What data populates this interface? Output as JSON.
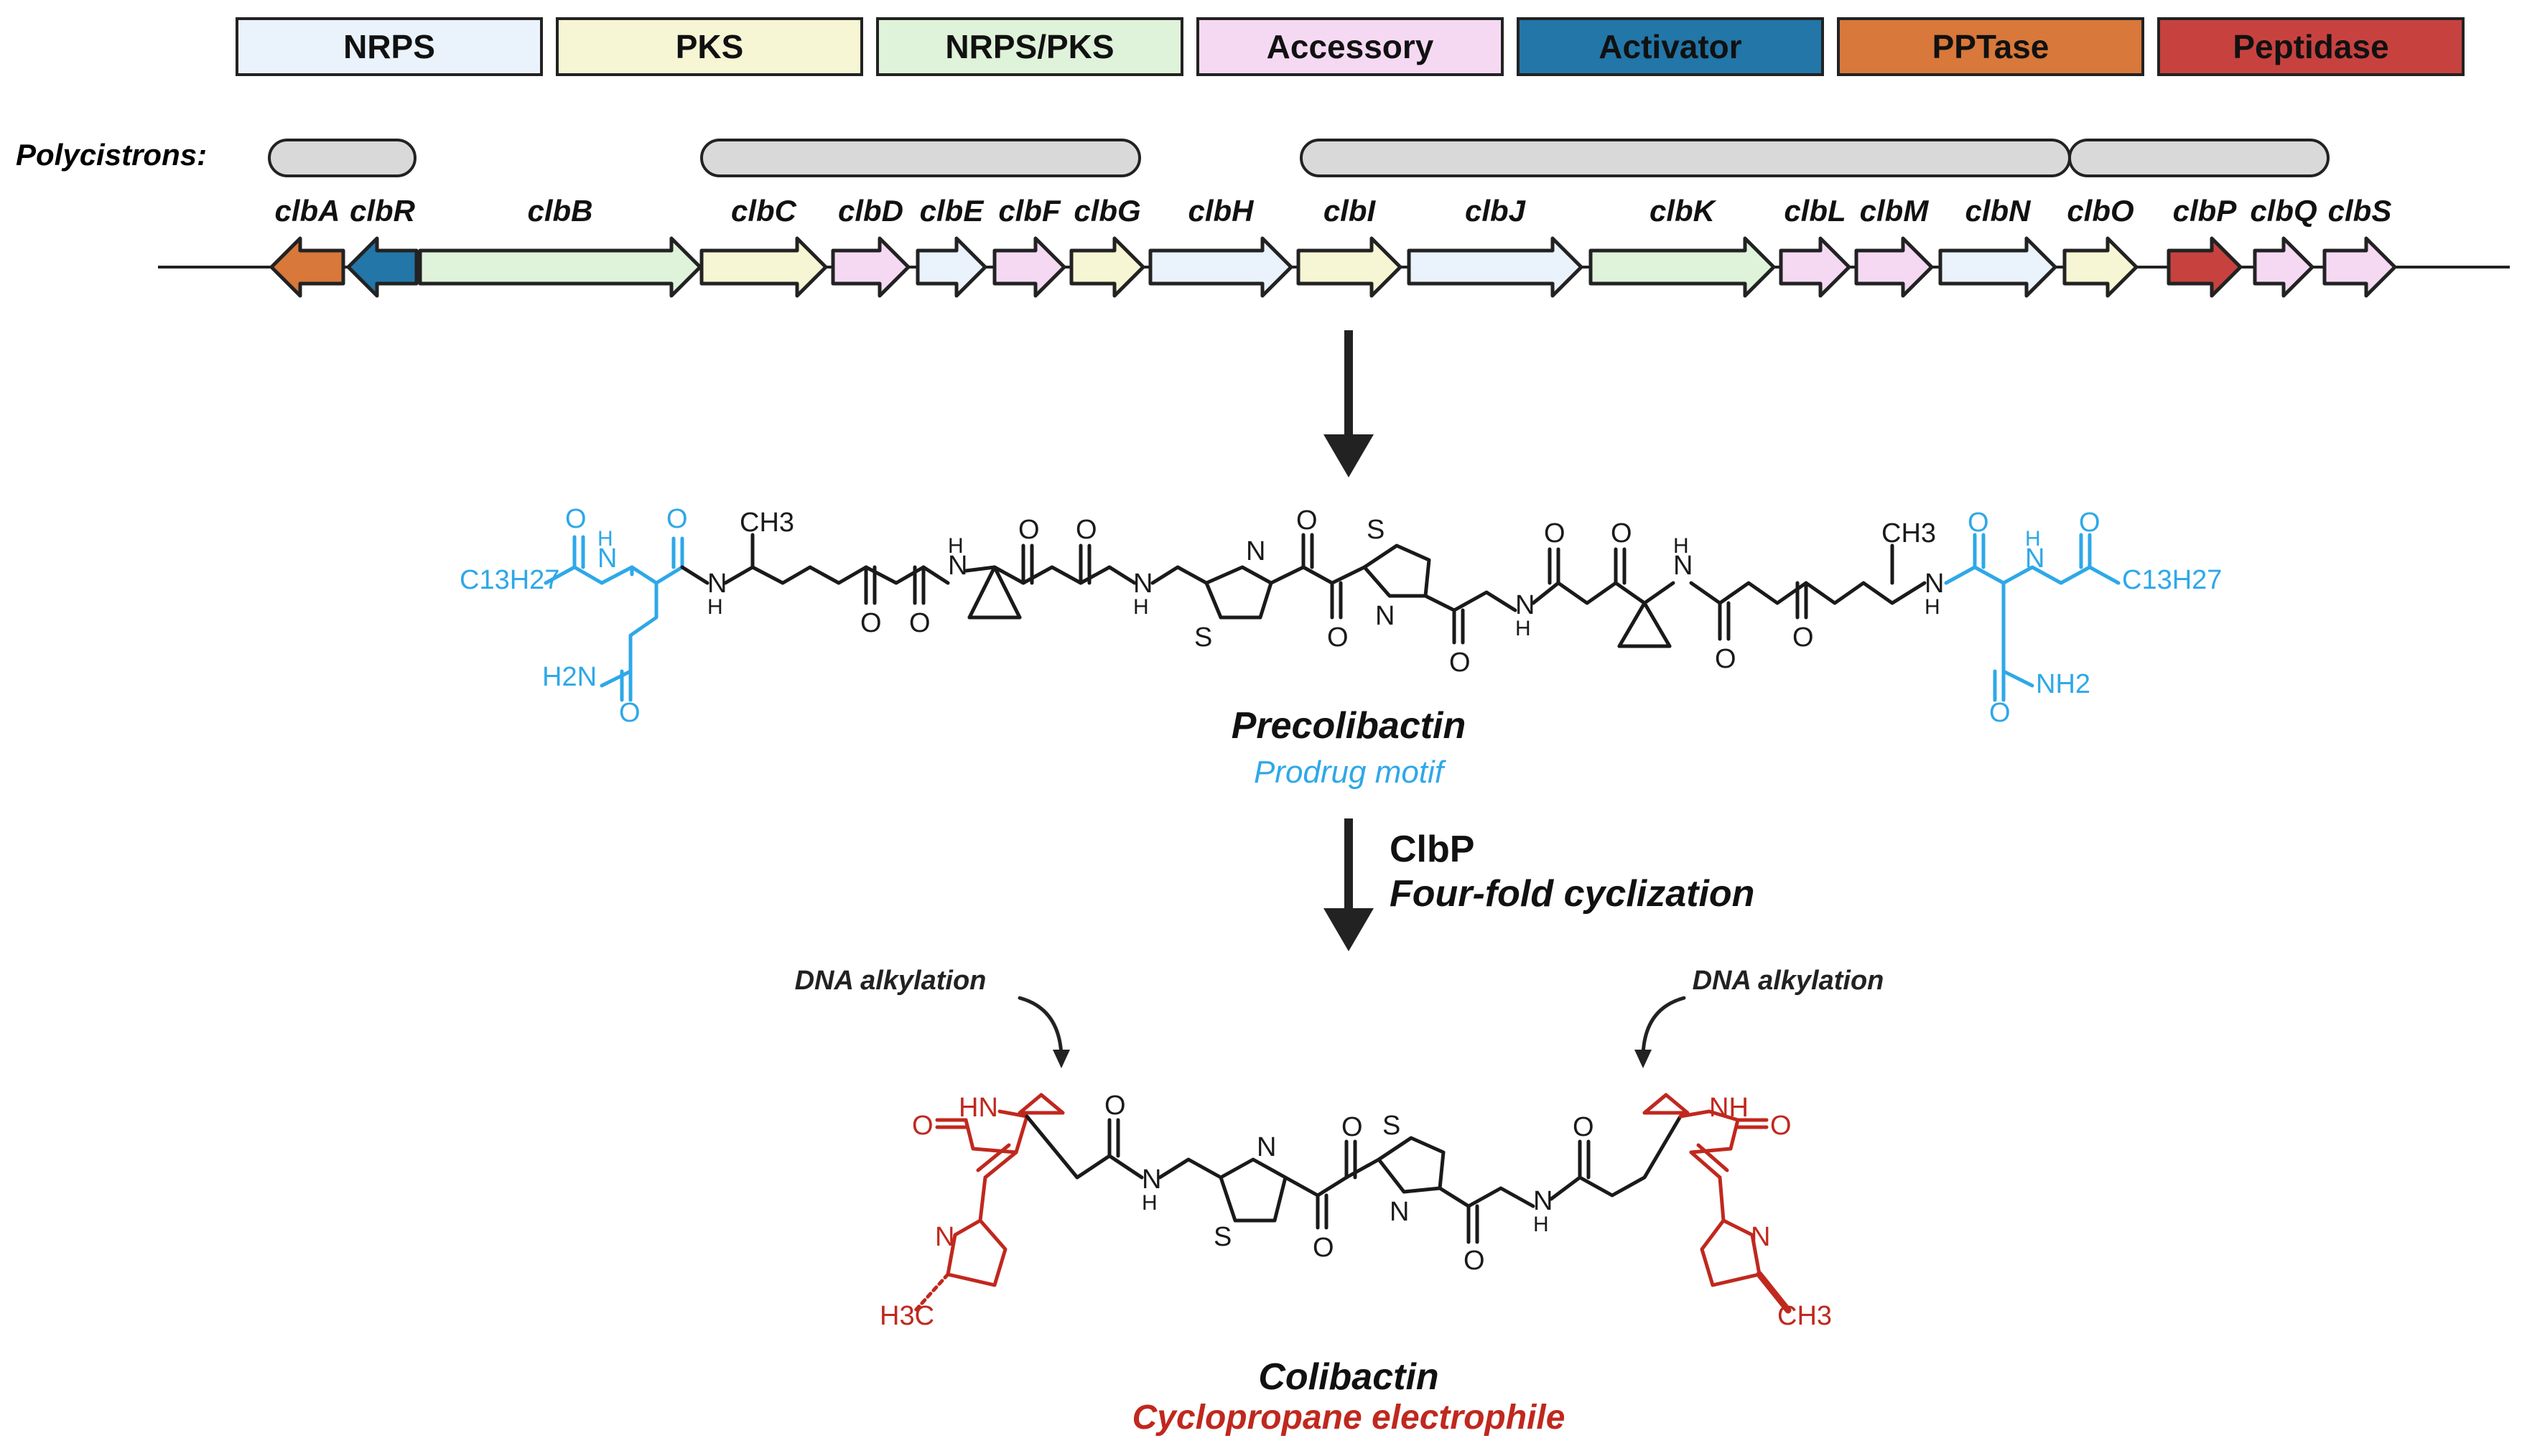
{
  "legend": [
    {
      "label": "NRPS",
      "color": "#eaf2fb"
    },
    {
      "label": "PKS",
      "color": "#f6f5d4"
    },
    {
      "label": "NRPS/PKS",
      "color": "#dff2da"
    },
    {
      "label": "Accessory",
      "color": "#f5d9f3"
    },
    {
      "label": "Activator",
      "color": "#2276a8"
    },
    {
      "label": "PPTase",
      "color": "#d8783a"
    },
    {
      "label": "Peptidase",
      "color": "#c7423f"
    }
  ],
  "polycistrons_label": "Polycistrons:",
  "genes": [
    {
      "name": "clbA",
      "type": "PPTase",
      "dir": "left"
    },
    {
      "name": "clbR",
      "type": "Activator",
      "dir": "left"
    },
    {
      "name": "clbB",
      "type": "NRPS/PKS",
      "dir": "right"
    },
    {
      "name": "clbC",
      "type": "PKS",
      "dir": "right"
    },
    {
      "name": "clbD",
      "type": "Accessory",
      "dir": "right"
    },
    {
      "name": "clbE",
      "type": "NRPS",
      "dir": "right"
    },
    {
      "name": "clbF",
      "type": "Accessory",
      "dir": "right"
    },
    {
      "name": "clbG",
      "type": "PKS",
      "dir": "right"
    },
    {
      "name": "clbH",
      "type": "NRPS",
      "dir": "right"
    },
    {
      "name": "clbI",
      "type": "PKS",
      "dir": "right"
    },
    {
      "name": "clbJ",
      "type": "NRPS",
      "dir": "right"
    },
    {
      "name": "clbK",
      "type": "NRPS/PKS",
      "dir": "right"
    },
    {
      "name": "clbL",
      "type": "Accessory",
      "dir": "right"
    },
    {
      "name": "clbM",
      "type": "Accessory",
      "dir": "right"
    },
    {
      "name": "clbN",
      "type": "NRPS",
      "dir": "right"
    },
    {
      "name": "clbO",
      "type": "PKS",
      "dir": "right"
    },
    {
      "name": "clbP",
      "type": "Peptidase",
      "dir": "right"
    },
    {
      "name": "clbQ",
      "type": "Accessory",
      "dir": "right"
    },
    {
      "name": "clbS",
      "type": "Accessory",
      "dir": "right"
    }
  ],
  "precolibactin": {
    "name": "Precolibactin",
    "subtitle": "Prodrug motif",
    "subtitle_color": "#2ea8e8",
    "labels": {
      "c13h27_left": "C13H27",
      "c13h27_right": "C13H27",
      "nh2_left": "H2N",
      "nh2_right": "NH2",
      "ch3_left": "CH3",
      "ch3_right": "CH3",
      "N": "N",
      "H": "H",
      "O": "O",
      "S": "S"
    }
  },
  "step": {
    "enzyme": "ClbP",
    "description": "Four-fold cyclization"
  },
  "colibactin": {
    "name": "Colibactin",
    "subtitle": "Cyclopropane electrophile",
    "subtitle_color": "#c0281e",
    "alkylation_label": "DNA alkylation",
    "labels": {
      "hn": "HN",
      "nh": "NH",
      "o": "O",
      "n": "N",
      "s": "S",
      "h3c": "H3C",
      "ch3": "CH3"
    }
  },
  "colors": {
    "blue_motif": "#2ea8e8",
    "red_motif": "#c0281e",
    "black": "#1a1a1a"
  }
}
